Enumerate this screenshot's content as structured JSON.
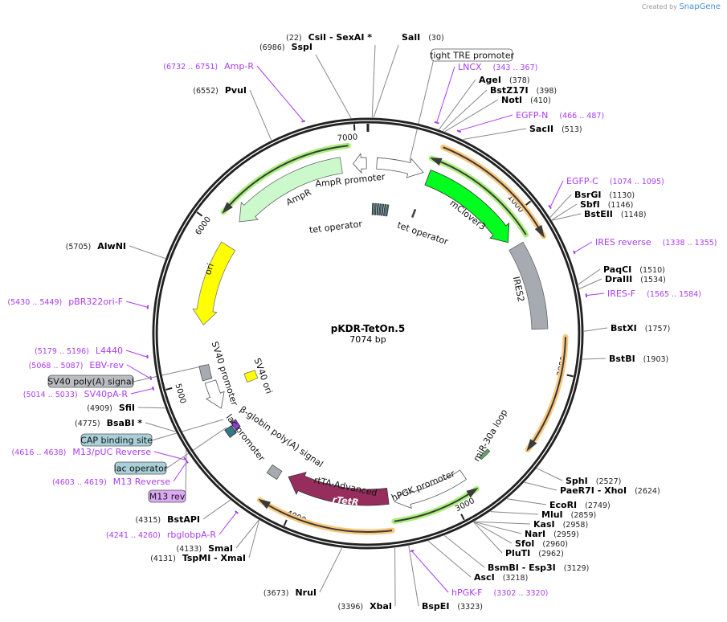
{
  "credit": {
    "prefix": "Created by",
    "brand": "SnapGene"
  },
  "plasmid": {
    "name": "pKDR-TetOn.5",
    "length": "7074 bp",
    "total_bp": 7074
  },
  "ring_ticks": [
    "1000",
    "2000",
    "3000",
    "4000",
    "5000",
    "6000",
    "7000"
  ],
  "enzymes": [
    {
      "name": "CsiI  - SexAI *",
      "pos": "(22)"
    },
    {
      "name": "SspI",
      "pos": "(6986)"
    },
    {
      "name": "SalI",
      "pos": "(30)"
    },
    {
      "name": "AgeI",
      "pos": "(378)"
    },
    {
      "name": "BstZ17I",
      "pos": "(398)"
    },
    {
      "name": "NotI",
      "pos": "(410)"
    },
    {
      "name": "SacII",
      "pos": "(513)"
    },
    {
      "name": "BsrGI",
      "pos": "(1130)"
    },
    {
      "name": "SbfI",
      "pos": "(1146)"
    },
    {
      "name": "BstEII",
      "pos": "(1148)"
    },
    {
      "name": "PaqCI",
      "pos": "(1510)"
    },
    {
      "name": "DraIII",
      "pos": "(1534)"
    },
    {
      "name": "BstXI",
      "pos": "(1757)"
    },
    {
      "name": "BstBI",
      "pos": "(1903)"
    },
    {
      "name": "SphI",
      "pos": "(2527)"
    },
    {
      "name": "PaeR7I  - XhoI",
      "pos": "(2624)"
    },
    {
      "name": "EcoRI",
      "pos": "(2749)"
    },
    {
      "name": "MluI",
      "pos": "(2859)"
    },
    {
      "name": "KasI",
      "pos": "(2958)"
    },
    {
      "name": "NarI",
      "pos": "(2959)"
    },
    {
      "name": "SfoI",
      "pos": "(2960)"
    },
    {
      "name": "PluTI",
      "pos": "(2962)"
    },
    {
      "name": "BsmBI  - Esp3I",
      "pos": "(3129)"
    },
    {
      "name": "AscI",
      "pos": "(3218)"
    },
    {
      "name": "BspEI",
      "pos": "(3323)"
    },
    {
      "name": "XbaI",
      "pos": "(3396)"
    },
    {
      "name": "NruI",
      "pos": "(3673)"
    },
    {
      "name": "TspMI  - XmaI",
      "pos": "(4131)"
    },
    {
      "name": "SmaI",
      "pos": "(4133)"
    },
    {
      "name": "BstAPI",
      "pos": "(4315)"
    },
    {
      "name": "BsaBI *",
      "pos": "(4775)"
    },
    {
      "name": "SfiI",
      "pos": "(4909)"
    },
    {
      "name": "AlwNI",
      "pos": "(5705)"
    },
    {
      "name": "PvuI",
      "pos": "(6552)"
    }
  ],
  "primers": [
    {
      "name": "Amp-R",
      "range": "(6732 .. 6751)"
    },
    {
      "name": "LNCX",
      "range": "(343 .. 367)"
    },
    {
      "name": "EGFP-N",
      "range": "(466 .. 487)"
    },
    {
      "name": "EGFP-C",
      "range": "(1074 .. 1095)"
    },
    {
      "name": "IRES reverse",
      "range": "(1338 .. 1355)"
    },
    {
      "name": "IRES-F",
      "range": "(1565 .. 1584)"
    },
    {
      "name": "hPGK-F",
      "range": "(3302 .. 3320)"
    },
    {
      "name": "rbglobpA-R",
      "range": "(4241 .. 4260)"
    },
    {
      "name": "M13 Reverse",
      "range": "(4603 .. 4619)"
    },
    {
      "name": "M13/pUC Reverse",
      "range": "(4616 .. 4638)"
    },
    {
      "name": "SV40pA-R",
      "range": "(5014 .. 5033)"
    },
    {
      "name": "EBV-rev",
      "range": "(5068 .. 5087)"
    },
    {
      "name": "L4440",
      "range": "(5179 .. 5196)"
    },
    {
      "name": "pBR322ori-F",
      "range": "(5430 .. 5449)"
    }
  ],
  "callouts": [
    {
      "label": "tight TRE promoter",
      "color": "#ffffff"
    },
    {
      "label": "SV40 poly(A) signal",
      "color": "#b9bcc1"
    },
    {
      "label": "CAP binding site",
      "color": "#a9d0d8"
    },
    {
      "label": "lac operator",
      "color": "#a9d0d8"
    },
    {
      "label": "M13 rev",
      "color": "#dcaaf5"
    }
  ],
  "features": [
    {
      "label": "AmpR promoter",
      "color": "#ffffff"
    },
    {
      "label": "AmpR",
      "color": "#ccf9cc"
    },
    {
      "label": "tet operator",
      "color": "#34798a"
    },
    {
      "label": "tet operator",
      "color": "#34798a"
    },
    {
      "label": "mClover3",
      "color": "#00ff1e"
    },
    {
      "label": "IRES2",
      "color": "#a6abb2"
    },
    {
      "label": "miR-30a loop",
      "color": "#6aa06a"
    },
    {
      "label": "hPGK promoter",
      "color": "#ffffff"
    },
    {
      "label": "rTetR",
      "color": "#962d5c"
    },
    {
      "label": "rtTA-Advanced",
      "color": "#962d5c"
    },
    {
      "label": "β-globin poly(A) signal",
      "color": "#a6abb2"
    },
    {
      "label": "lac promoter",
      "color": "#ffffff"
    },
    {
      "label": "SV40 promoter",
      "color": "#a6abb2"
    },
    {
      "label": "SV40 ori",
      "color": "#ffff00"
    },
    {
      "label": "ori",
      "color": "#ffff00"
    }
  ],
  "colors": {
    "primer": "#a93cf2",
    "halo_green": "#a8f07a",
    "halo_orange": "#fbc77c"
  }
}
